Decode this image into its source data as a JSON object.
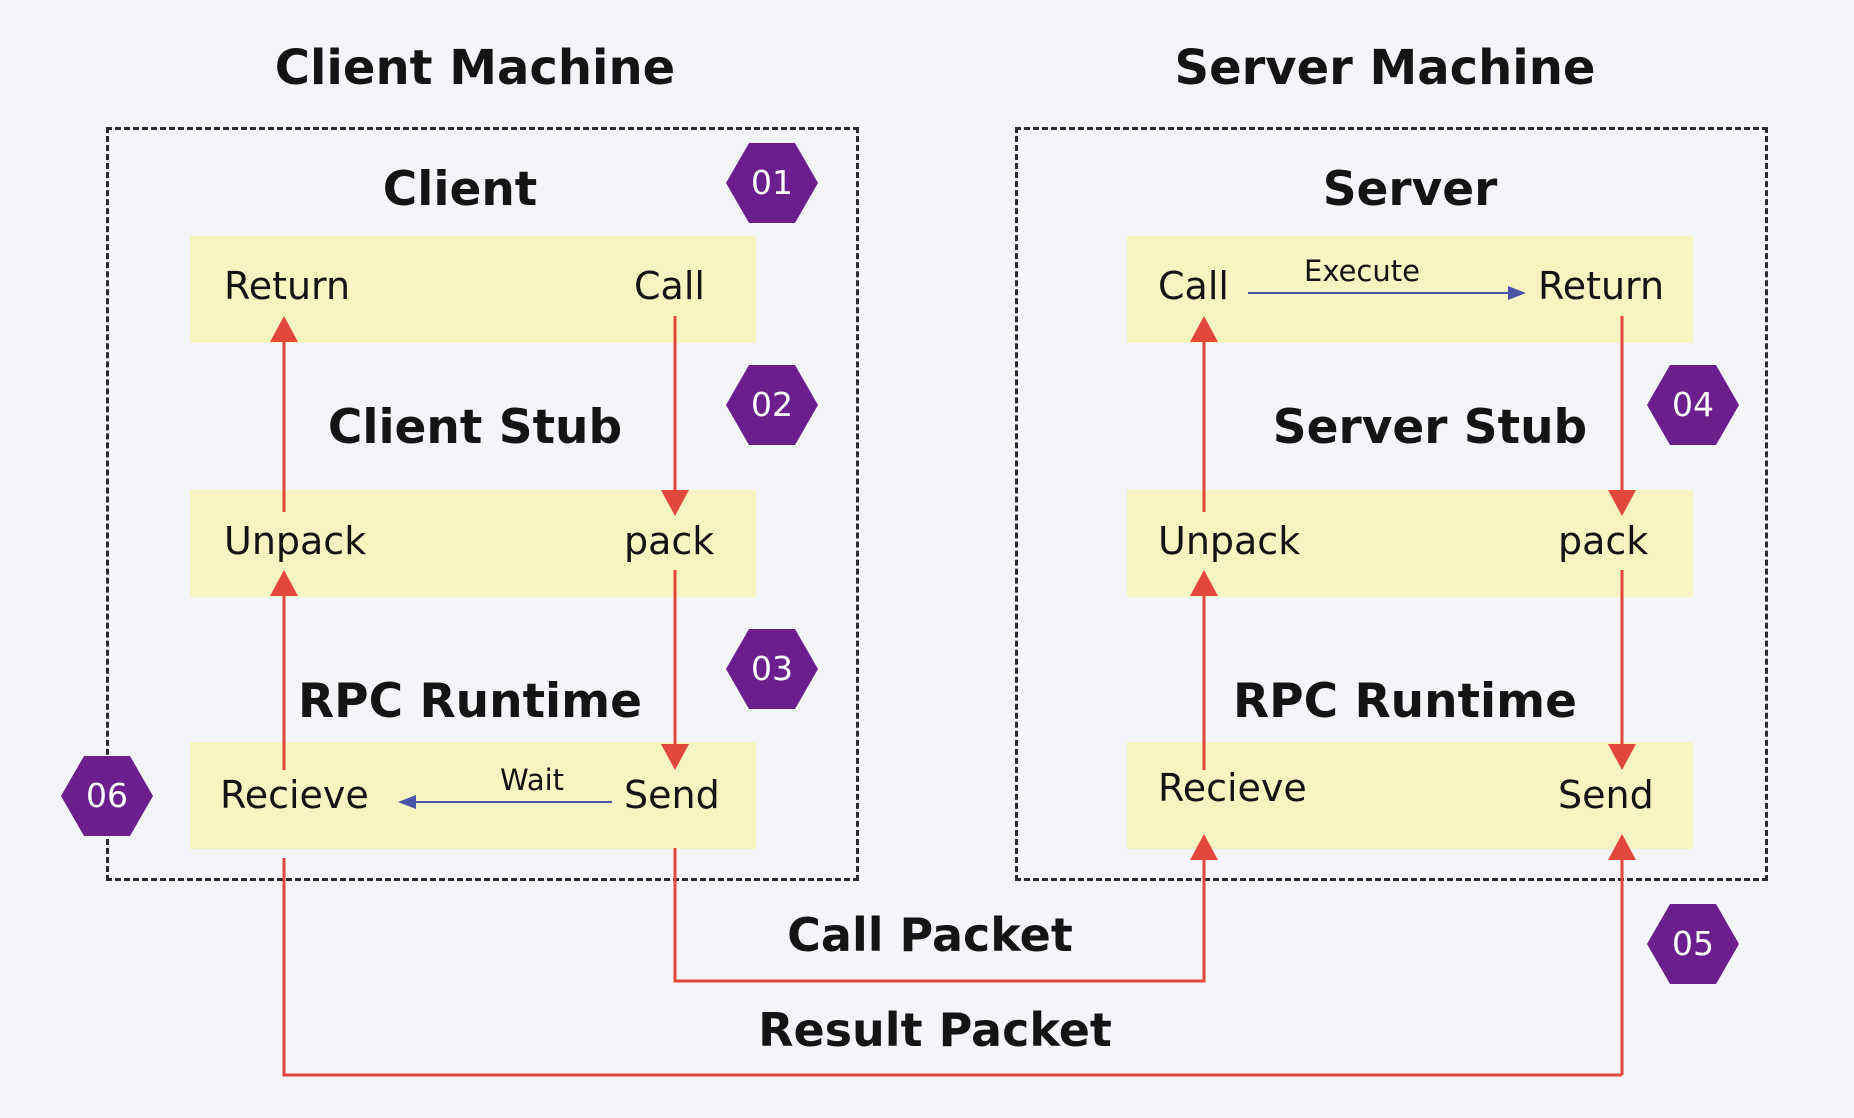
{
  "client_machine": {
    "title": "Client Machine",
    "client": {
      "title": "Client",
      "return_label": "Return",
      "call_label": "Call"
    },
    "stub": {
      "title": "Client Stub",
      "unpack_label": "Unpack",
      "pack_label": "pack"
    },
    "runtime": {
      "title": "RPC Runtime",
      "receive_label": "Recieve",
      "send_label": "Send",
      "wait_label": "Wait"
    }
  },
  "server_machine": {
    "title": "Server Machine",
    "server": {
      "title": "Server",
      "call_label": "Call",
      "execute_label": "Execute",
      "return_label": "Return"
    },
    "stub": {
      "title": "Server Stub",
      "unpack_label": "Unpack",
      "pack_label": "pack"
    },
    "runtime": {
      "title": "RPC Runtime",
      "receive_label": "Recieve",
      "send_label": "Send"
    }
  },
  "packets": {
    "call": "Call Packet",
    "result": "Result Packet"
  },
  "steps": [
    "01",
    "02",
    "03",
    "04",
    "05",
    "06"
  ],
  "colors": {
    "flow_arrow": "#e2473b",
    "local_arrow": "#4a55a8",
    "step_badge": "#6b1f8c",
    "band": "#f6f4c0"
  }
}
